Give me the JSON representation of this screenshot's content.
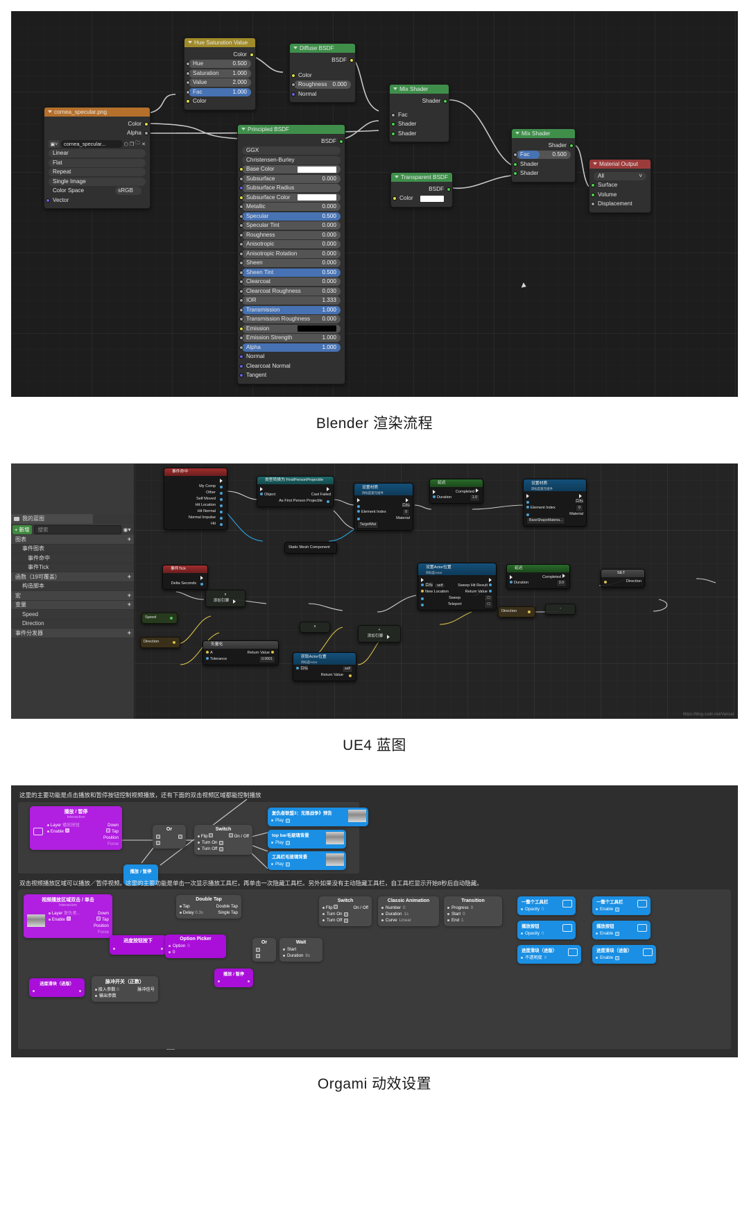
{
  "sections": [
    {
      "caption": "Blender 渲染流程"
    },
    {
      "caption": "UE4 蓝图"
    },
    {
      "caption": "Orgami 动效设置"
    }
  ],
  "blender": {
    "nodes": {
      "hsv": {
        "title": "Hue Saturation Value",
        "out_color": "Color",
        "rows": [
          {
            "label": "Hue",
            "value": "0.500"
          },
          {
            "label": "Saturation",
            "value": "1.000"
          },
          {
            "label": "Value",
            "value": "2.000"
          },
          {
            "label": "Fac",
            "value": "1.000"
          }
        ],
        "in_color": "Color"
      },
      "diffuse": {
        "title": "Diffuse BSDF",
        "out_bsdf": "BSDF",
        "in_color": "Color",
        "roughness_label": "Roughness",
        "roughness_value": "0.000",
        "in_normal": "Normal"
      },
      "image": {
        "title": "cornea_specular.png",
        "out_color": "Color",
        "out_alpha": "Alpha",
        "datablock": "cornea_specular...",
        "interpolation": "Linear",
        "projection": "Flat",
        "extension": "Repeat",
        "source": "Single Image",
        "colorspace_label": "Color Space",
        "colorspace_value": "sRGB",
        "in_vector": "Vector"
      },
      "principled": {
        "title": "Principled BSDF",
        "out_bsdf": "BSDF",
        "distribution": "GGX",
        "subsurface_method": "Christensen-Burley",
        "rows": [
          {
            "label": "Base Color",
            "value": "",
            "swatch": "white",
            "pin": "yellow"
          },
          {
            "label": "Subsurface",
            "value": "0.000",
            "pin": "gray"
          },
          {
            "label": "Subsurface Radius",
            "value": "",
            "pin": "purple"
          },
          {
            "label": "Subsurface Color",
            "value": "",
            "swatch": "white",
            "pin": "yellow"
          },
          {
            "label": "Metallic",
            "value": "0.000",
            "pin": "gray"
          },
          {
            "label": "Specular",
            "value": "0.500",
            "pin": "gray",
            "sel": true
          },
          {
            "label": "Specular Tint",
            "value": "0.000",
            "pin": "gray"
          },
          {
            "label": "Roughness",
            "value": "0.000",
            "pin": "gray"
          },
          {
            "label": "Anisotropic",
            "value": "0.000",
            "pin": "gray"
          },
          {
            "label": "Anisotropic Rotation",
            "value": "0.000",
            "pin": "gray"
          },
          {
            "label": "Sheen",
            "value": "0.000",
            "pin": "gray"
          },
          {
            "label": "Sheen Tint",
            "value": "0.500",
            "pin": "gray",
            "sel": true
          },
          {
            "label": "Clearcoat",
            "value": "0.000",
            "pin": "gray"
          },
          {
            "label": "Clearcoat Roughness",
            "value": "0.030",
            "pin": "gray"
          },
          {
            "label": "IOR",
            "value": "1.333",
            "pin": "gray"
          },
          {
            "label": "Transmission",
            "value": "1.000",
            "pin": "gray",
            "sel": true
          },
          {
            "label": "Transmission Roughness",
            "value": "0.000",
            "pin": "gray"
          },
          {
            "label": "Emission",
            "value": "",
            "swatch": "black",
            "pin": "yellow"
          },
          {
            "label": "Emission Strength",
            "value": "1.000",
            "pin": "gray"
          },
          {
            "label": "Alpha",
            "value": "1.000",
            "pin": "gray",
            "sel": true
          },
          {
            "label": "Normal",
            "value": "",
            "pin": "purple",
            "plain": true
          },
          {
            "label": "Clearcoat Normal",
            "value": "",
            "pin": "purple",
            "plain": true
          },
          {
            "label": "Tangent",
            "value": "",
            "pin": "purple",
            "plain": true
          }
        ]
      },
      "mix1": {
        "title": "Mix Shader",
        "out_shader": "Shader",
        "in_fac": "Fac",
        "in_shader_a": "Shader",
        "in_shader_b": "Shader"
      },
      "mix2": {
        "title": "Mix Shader",
        "out_shader": "Shader",
        "fac_label": "Fac",
        "fac_value": "0.500",
        "in_shader_a": "Shader",
        "in_shader_b": "Shader"
      },
      "transparent": {
        "title": "Transparent BSDF",
        "out_bsdf": "BSDF",
        "in_color": "Color"
      },
      "output": {
        "title": "Material Output",
        "target": "All",
        "in_surface": "Surface",
        "in_volume": "Volume",
        "in_displacement": "Displacement"
      }
    }
  },
  "ue4": {
    "sidebar": {
      "tab": "我的蓝图",
      "add_button": "+ 新增",
      "search_placeholder": "搜索",
      "groups": [
        {
          "label": "图表",
          "plus": "+"
        },
        {
          "label": "事件图表",
          "indent": 1
        },
        {
          "label": "事件命中",
          "indent": 2
        },
        {
          "label": "事件Tick",
          "indent": 2
        },
        {
          "label": "函数（19可覆盖）",
          "plus": "+"
        },
        {
          "label": "构造脚本",
          "indent": 1
        },
        {
          "label": "宏",
          "plus": "+"
        },
        {
          "label": "变量",
          "plus": "+"
        },
        {
          "label": "Speed",
          "indent": 1
        },
        {
          "label": "Direction",
          "indent": 1
        },
        {
          "label": "事件分发器",
          "plus": "+"
        }
      ]
    },
    "nodes": {
      "event_hit": {
        "title": "事件命中",
        "pins": [
          "My Comp",
          "Other",
          "Self Moved",
          "Hit Location",
          "Hit Normal",
          "Normal Impulse",
          "Hit"
        ]
      },
      "cast": {
        "title": "类型转换为 FirstPersonProjectile",
        "object": "Object",
        "cast_failed": "Cast Failed",
        "as_pin": "As First Person Projectile"
      },
      "set_material": {
        "title": "设置材质",
        "subtitle": "目标是基元组件",
        "pins": [
          "目标",
          "Element Index",
          "Material"
        ],
        "element_index": "0",
        "material": "TargetMat"
      },
      "delay_a": {
        "title": "延迟",
        "completed": "Completed",
        "duration_label": "Duration",
        "duration_value": "1.0"
      },
      "set_material2": {
        "title": "设置材质",
        "subtitle": "目标是基元组件",
        "pins": [
          "目标",
          "Element Index",
          "Material"
        ],
        "element_index": "0",
        "material": "BaseShapeMateria..."
      },
      "static_mesh": {
        "label": "Static Mesh Component"
      },
      "event_tick": {
        "title": "事件Tick",
        "pin": "Delta Seconds"
      },
      "mul1": {
        "symbol": "x",
        "add_pin": "添加引脚"
      },
      "mul2": {
        "symbol": "x"
      },
      "add1": {
        "symbol": "+",
        "add_pin": "添加引脚"
      },
      "speed_var": {
        "label": "Speed"
      },
      "direction_var": {
        "label": "Direction"
      },
      "normalize": {
        "title": "矢量化",
        "a": "A",
        "return": "Return Value",
        "tolerance_label": "Tolerance",
        "tolerance_value": "0.0001"
      },
      "get_actor_loc": {
        "title": "获取Actor位置",
        "subtitle": "目标是Actor",
        "target": "目标",
        "self": "self",
        "return": "Return Value"
      },
      "set_actor_loc": {
        "title": "设置Actor位置",
        "subtitle": "目标是Actor",
        "target": "目标",
        "self": "self",
        "pins": [
          "New Location",
          "Sweep",
          "Teleport"
        ],
        "sweep_hit": "Sweep Hit Result",
        "return": "Return Value"
      },
      "delay_b": {
        "title": "延迟",
        "completed": "Completed",
        "duration_label": "Duration",
        "duration_value": "3.0"
      },
      "set_node": {
        "title": "SET",
        "pin": "Direction"
      },
      "direction_node2": {
        "label": "Direction"
      },
      "neg_node": {
        "symbol": "-"
      }
    },
    "watermark": "https://blog.csdn.net/Vansal"
  },
  "origami": {
    "note_top": "这里的主要功能是点击播放和暂停按钮控制视频播放，还有下面的双击视频区域都能控制播放",
    "note_mid": "双击视频播放区域可以播放／暂停视频。这里的主要功能是单击一次显示播放工具栏，再单击一次隐藏工具栏。另外如果没有主动隐藏工具栏，自工具栏显示开始8秒后自动隐藏。",
    "nodes": {
      "play_pause": {
        "title": "播放 / 暂停",
        "subtitle": "Interaction",
        "rows_left": [
          {
            "label": "Layer",
            "value": "播放按钮"
          },
          {
            "label": "Enable",
            "checked": true
          }
        ],
        "rows_right": [
          "Down",
          "Tap",
          "Position",
          "Force"
        ]
      },
      "play_pause_small": {
        "title": "播放 / 暂停"
      },
      "or1": {
        "title": "Or"
      },
      "switch1": {
        "title": "Switch",
        "rows": [
          "Flip",
          "On / Off",
          "Turn On",
          "Turn Off"
        ]
      },
      "video1": {
        "title": "复仇者联盟3：无限战争》预告",
        "play": "Play"
      },
      "video2": {
        "title": "top bar毛玻璃背景",
        "play": "Play"
      },
      "video3": {
        "title": "工具栏毛玻璃背景",
        "play": "Play"
      },
      "video_area": {
        "title": "视频播放区域双击 / 单击",
        "subtitle": "Interaction",
        "rows_left": [
          {
            "label": "Layer",
            "value": "复仇者..."
          },
          {
            "label": "Enable",
            "checked": true
          }
        ],
        "rows_right": [
          "Down",
          "Tap",
          "Position",
          "Force"
        ]
      },
      "double_tap": {
        "title": "Double Tap",
        "rows": [
          {
            "label": "Tap",
            "right": "Double Tap"
          },
          {
            "label": "Delay",
            "value": "0.3s",
            "right": "Single Tap"
          }
        ]
      },
      "switch2": {
        "title": "Switch",
        "rows": [
          "Flip",
          "On / Off",
          "Turn On",
          "Turn Off"
        ]
      },
      "classic_anim": {
        "title": "Classic Animation",
        "rows": [
          {
            "label": "Number",
            "value": "0"
          },
          {
            "label": "Duration",
            "value": "1s"
          },
          {
            "label": "Curve",
            "value": "Linear"
          }
        ]
      },
      "transition": {
        "title": "Transition",
        "rows": [
          {
            "label": "Progress",
            "value": "0"
          },
          {
            "label": "Start",
            "value": "0"
          },
          {
            "label": "End",
            "value": "1"
          }
        ]
      },
      "layer_a1": {
        "title": "一整个工具栏",
        "row": "Opacity",
        "value": "0"
      },
      "layer_a2": {
        "title": "一整个工具栏",
        "row": "Enable",
        "value": ""
      },
      "layer_b1": {
        "title": "播放按钮",
        "row": "Opacity",
        "value": "0"
      },
      "layer_b2": {
        "title": "播放按钮",
        "row": "Enable",
        "value": ""
      },
      "layer_c1": {
        "title": "进度滑块（进版）",
        "row": "不透明度",
        "value": "0"
      },
      "layer_c2": {
        "title": "进度滑块（进版）",
        "row": "Enable",
        "value": ""
      },
      "progress_btn": {
        "title": "进度按钮按下",
        "subtitle": ""
      },
      "option_picker": {
        "title": "Option Picker",
        "rows": [
          {
            "label": "Option",
            "value": "0"
          },
          {
            "label": "0",
            "value": ""
          }
        ]
      },
      "or2": {
        "title": "Or"
      },
      "wait": {
        "title": "Wait",
        "rows": [
          {
            "label": "Start",
            "value": ""
          },
          {
            "label": "Duration",
            "value": "8s"
          }
        ]
      },
      "play_pause2": {
        "title": "播放 / 暂停"
      },
      "progress_slider": {
        "title": "进度滑块（进版）"
      },
      "pulse_switch": {
        "title": "脉冲开关（正数）",
        "rows": [
          {
            "label": "接入参数",
            "value": "0"
          },
          {
            "label": "输出参数",
            "value": ""
          }
        ],
        "right_rows": [
          "脉冲信号"
        ]
      }
    }
  }
}
